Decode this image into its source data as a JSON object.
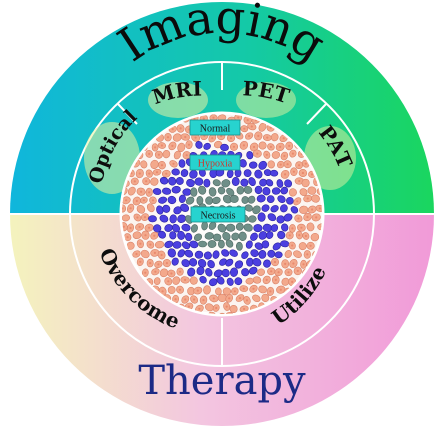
{
  "title_top": "Imaging",
  "title_bottom": "Therapy",
  "imaging_modalities": [
    "Optical",
    "MRI",
    "PET",
    "PAT"
  ],
  "therapy_strategies": [
    "Overcome",
    "Utilize"
  ],
  "tumor_regions": [
    {
      "label": "Normal",
      "text_color": "#1a1a1a"
    },
    {
      "label": "Hypoxia",
      "text_color": "#d0342c"
    },
    {
      "label": "Necrosis",
      "text_color": "#1a1a1a"
    }
  ],
  "colors": {
    "imaging_left": "#12b9d8",
    "imaging_right": "#19d46a",
    "therapy_left": "#f3f1b8",
    "therapy_right": "#f2a6de",
    "cell_normal": "#f3a98c",
    "cell_hypoxia": "#4b3fe0",
    "cell_necrosis": "#6f8f88",
    "label_box": "#27d3cf"
  }
}
